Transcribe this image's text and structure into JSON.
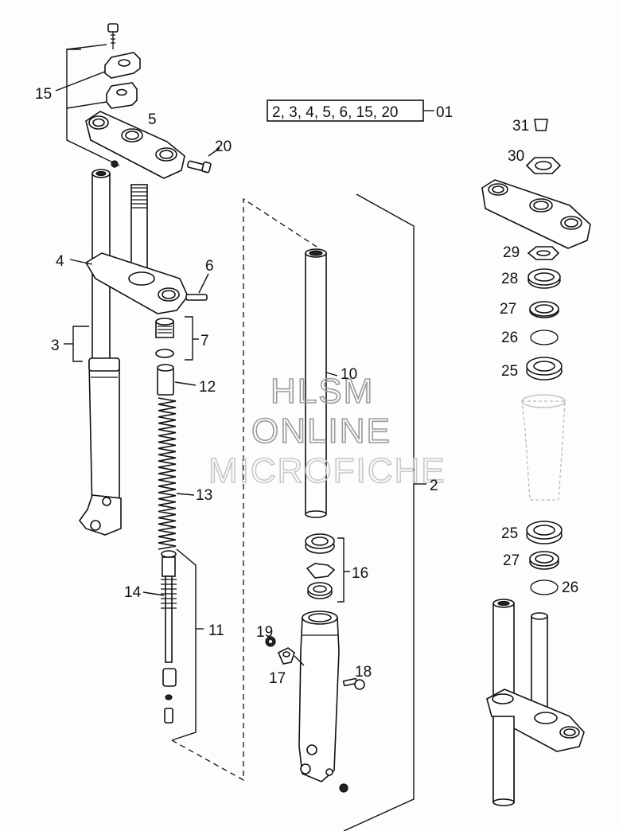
{
  "kit_label": "2, 3, 4, 5, 6, 15, 20",
  "kit_suffix": "01",
  "watermark": {
    "line1": "HLSM",
    "line2": "ONLINE",
    "line3": "MICROFICHE"
  },
  "callouts": {
    "c15": "15",
    "c5": "5",
    "c20": "20",
    "c4": "4",
    "c6": "6",
    "c3": "3",
    "c7": "7",
    "c12": "12",
    "c13": "13",
    "c14": "14",
    "c11": "11",
    "c10": "10",
    "c2": "2",
    "c16": "16",
    "c19": "19",
    "c17": "17",
    "c18": "18",
    "c31": "31",
    "c30": "30",
    "c29": "29",
    "c28": "28",
    "c27a": "27",
    "c26a": "26",
    "c25a": "25",
    "c25b": "25",
    "c27b": "27",
    "c26b": "26"
  }
}
